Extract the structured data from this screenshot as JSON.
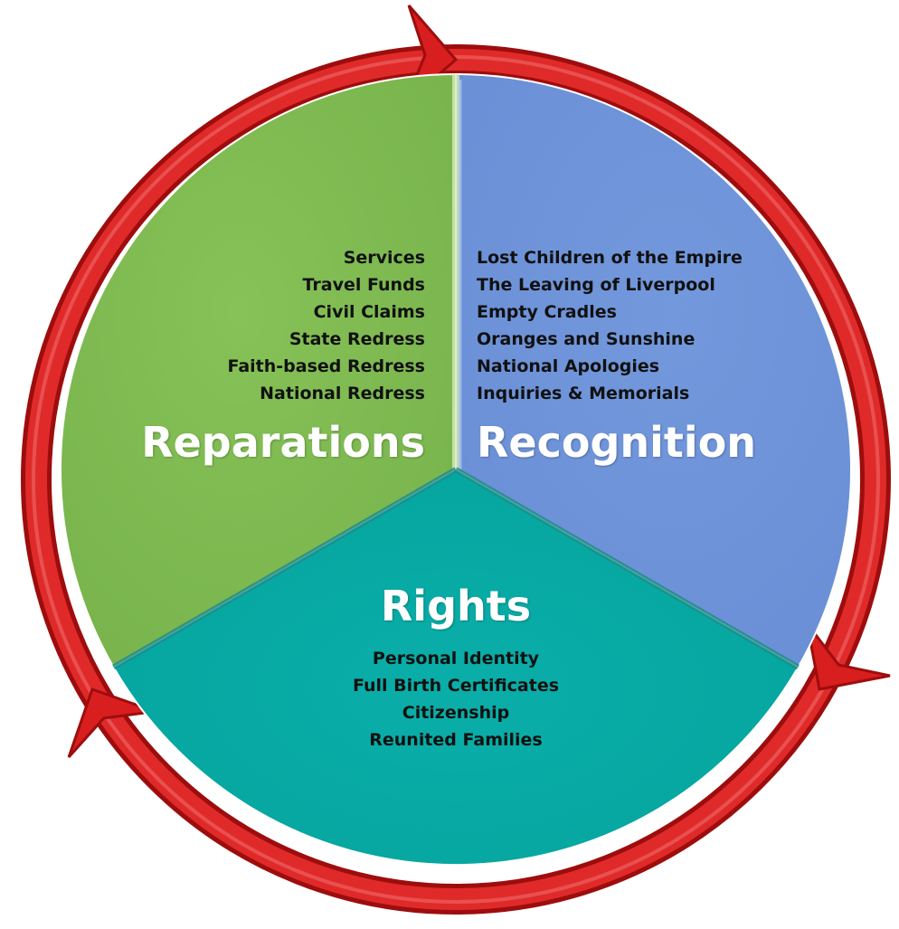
{
  "colors": {
    "reparations": "#78b34c",
    "recognition": "#6a8fd6",
    "rights": "#05a39e",
    "ring": "#d81e1e"
  },
  "segments": {
    "reparations": {
      "title": "Reparations",
      "items": [
        "Services",
        "Travel Funds",
        "Civil Claims",
        "State Redress",
        "Faith-based Redress",
        "National Redress"
      ]
    },
    "recognition": {
      "title": "Recognition",
      "items": [
        "Lost Children of the Empire",
        "The Leaving of Liverpool",
        "Empty Cradles",
        "Oranges and Sunshine",
        "National Apologies",
        "Inquiries & Memorials"
      ]
    },
    "rights": {
      "title": "Rights",
      "items": [
        "Personal Identity",
        "Full Birth Certificates",
        "Citizenship",
        "Reunited Families"
      ]
    }
  }
}
